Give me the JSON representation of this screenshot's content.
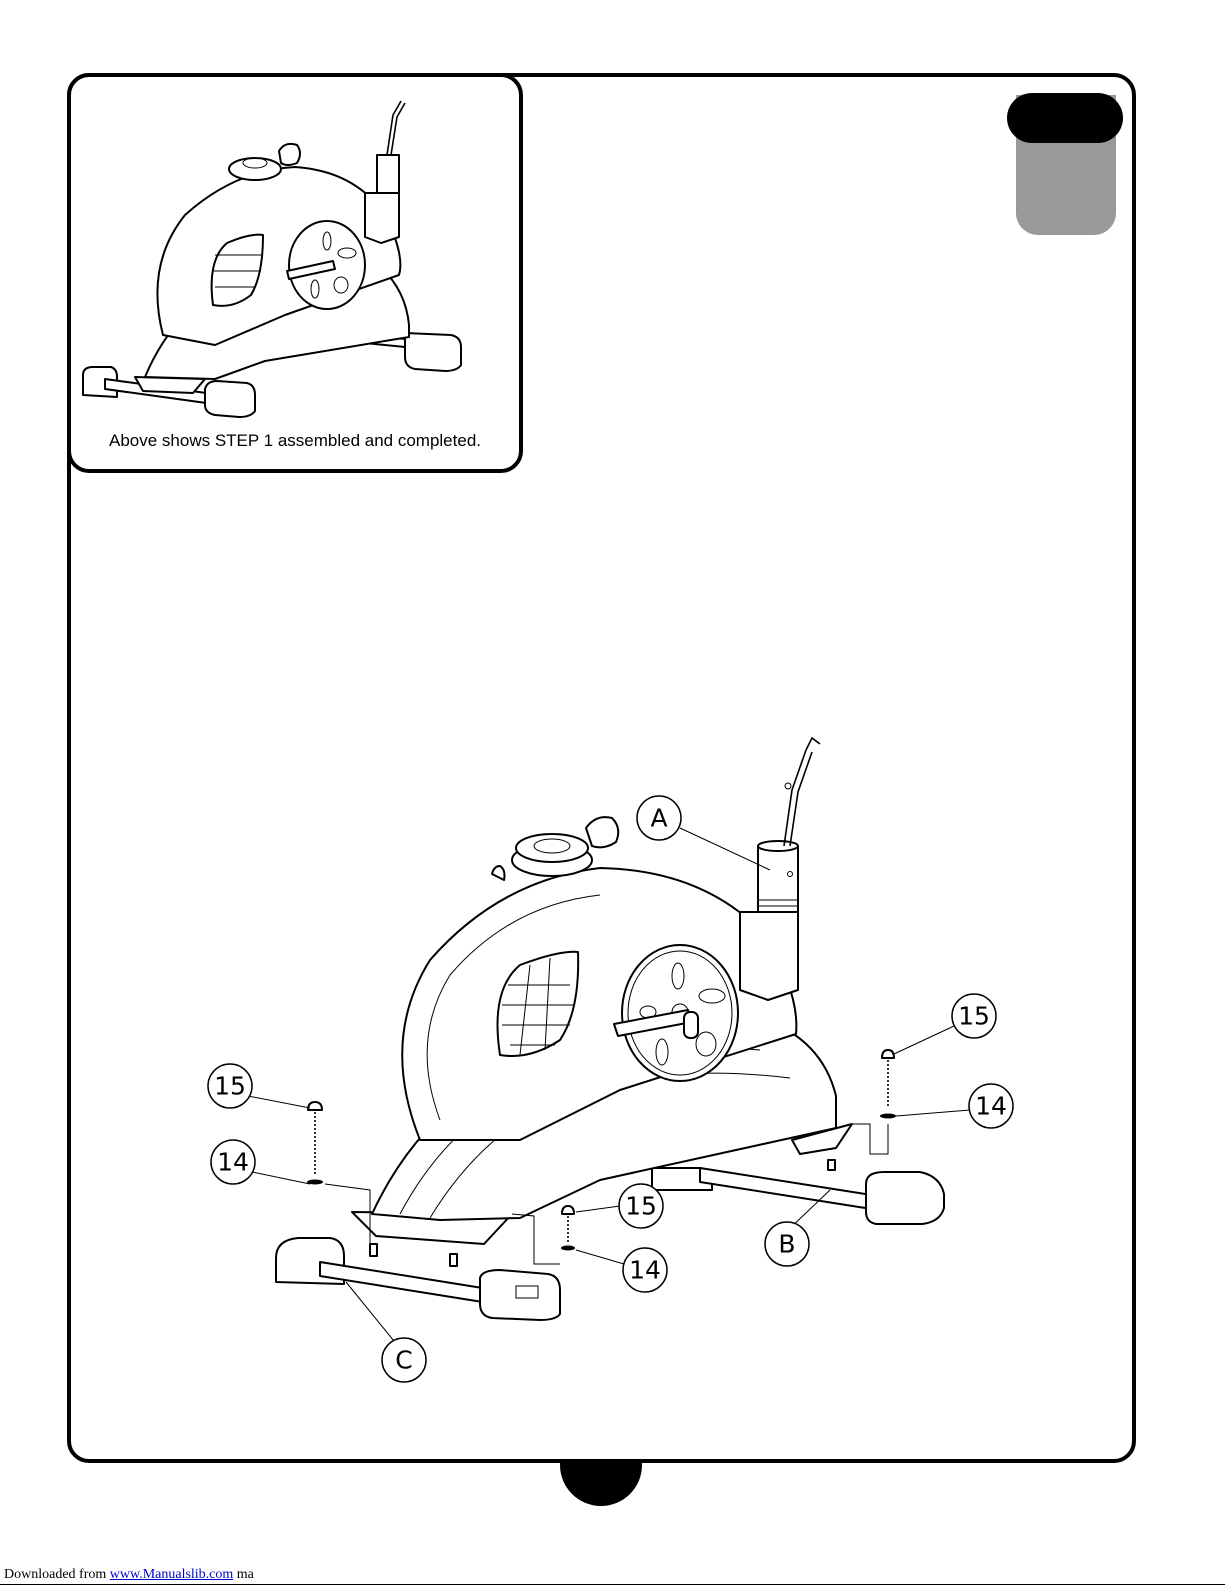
{
  "inset": {
    "caption": "Above shows STEP 1 assembled and completed."
  },
  "callouts": {
    "a": "A",
    "b": "B",
    "c": "C",
    "part15_left": "15",
    "part14_left": "14",
    "part15_center": "15",
    "part14_center": "14",
    "part15_right": "15",
    "part14_right": "14"
  },
  "footer": {
    "prefix": "Downloaded from ",
    "link": "www.Manualslib.com",
    "suffix": " ma"
  }
}
